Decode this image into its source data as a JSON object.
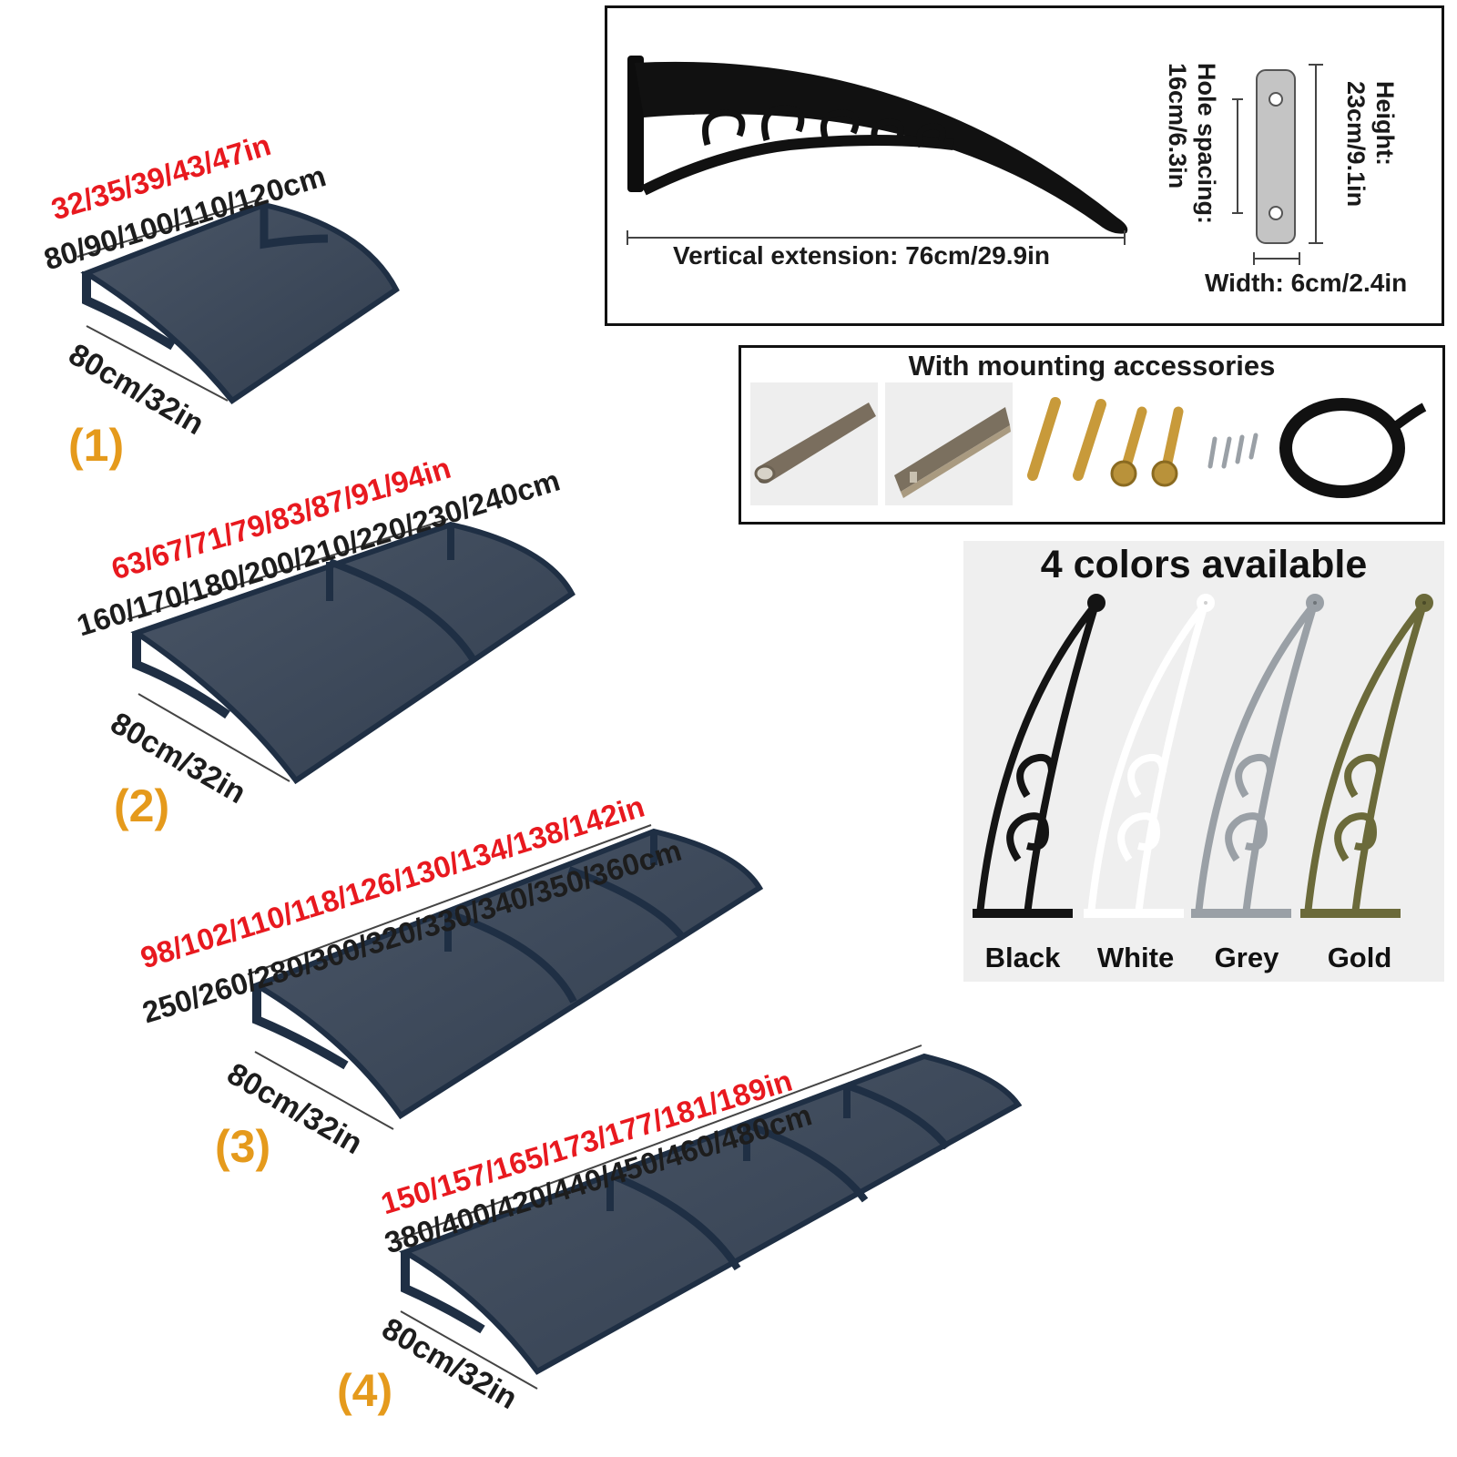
{
  "awnings": [
    {
      "number": "(1)",
      "inches": "32/35/39/43/47in",
      "cm": "80/90/100/110/120cm",
      "depth": "80cm/32in",
      "panels": 1
    },
    {
      "number": "(2)",
      "inches": "63/67/71/79/83/87/91/94in",
      "cm": "160/170/180/200/210/220/230/240cm",
      "depth": "80cm/32in",
      "panels": 2
    },
    {
      "number": "(3)",
      "inches": "98/102/110/118/126/130/134/138/142in",
      "cm": "250/260/280/300/320/330/340/350/360cm",
      "depth": "80cm/32in",
      "panels": 3
    },
    {
      "number": "(4)",
      "inches": "150/157/165/173/177/181/189in",
      "cm": "380/400/420/440/450/460/480cm",
      "depth": "80cm/32in",
      "panels": 4
    }
  ],
  "bracket_spec": {
    "vertical_extension": "Vertical extension: 76cm/29.9in",
    "hole_spacing_label": "Hole spacing:",
    "hole_spacing_value": "16cm/6.3in",
    "height_label": "Height:",
    "height_value": "23cm/9.1in",
    "width": "Width: 6cm/2.4in"
  },
  "accessories": {
    "title": "With mounting accessories",
    "items": [
      "aluminium-rail-profile",
      "aluminium-rail-profile-2",
      "expansion-bolts",
      "screws",
      "rubber-seal-strip"
    ]
  },
  "colors": {
    "title": "4 colors available",
    "options": [
      {
        "name": "Black",
        "color": "#141414"
      },
      {
        "name": "White",
        "color": "#e8e8e8"
      },
      {
        "name": "Grey",
        "color": "#9aa0a6"
      },
      {
        "name": "Gold",
        "color": "#6b6a3a"
      }
    ]
  },
  "palette": {
    "panel": "#3c4a5c",
    "frame": "#1f2f44",
    "accent_red": "#e8191f",
    "accent_orange": "#e59a1c"
  }
}
